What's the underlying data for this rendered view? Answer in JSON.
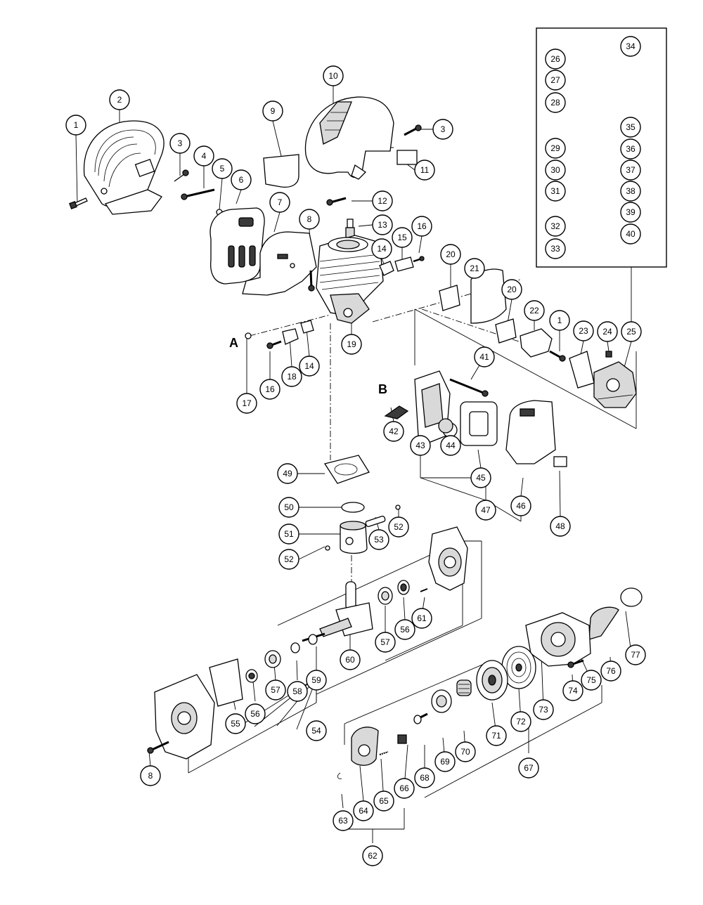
{
  "ref_letters": [
    "A",
    "B"
  ],
  "callouts": {
    "c1a": "1",
    "c2": "2",
    "c3a": "3",
    "c4": "4",
    "c5": "5",
    "c6": "6",
    "c7": "7",
    "c8a": "8",
    "c9": "9",
    "c10": "10",
    "c3b": "3",
    "c11": "11",
    "c12": "12",
    "c13": "13",
    "c14a": "14",
    "c15": "15",
    "c16a": "16",
    "c20a": "20",
    "c21": "21",
    "c20b": "20",
    "c22": "22",
    "c1b": "1",
    "c23": "23",
    "c24": "24",
    "c25": "25",
    "c17": "17",
    "c16b": "16",
    "c18": "18",
    "c14b": "14",
    "c19": "19",
    "c41": "41",
    "c42": "42",
    "c43": "43",
    "c44": "44",
    "c45": "45",
    "c46": "46",
    "c47": "47",
    "c48": "48",
    "c34": "34",
    "c26": "26",
    "c27": "27",
    "c28": "28",
    "c35": "35",
    "c36": "36",
    "c29": "29",
    "c30": "30",
    "c31": "31",
    "c37": "37",
    "c38": "38",
    "c39": "39",
    "c40": "40",
    "c32": "32",
    "c33": "33",
    "c49": "49",
    "c50": "50",
    "c51": "51",
    "c52a": "52",
    "c53": "53",
    "c52b": "52",
    "c56a": "56",
    "c57a": "57",
    "c61": "61",
    "c60": "60",
    "c59": "59",
    "c58": "58",
    "c57b": "57",
    "c56b": "56",
    "c55": "55",
    "c54": "54",
    "c8b": "8",
    "c77": "77",
    "c76": "76",
    "c75": "75",
    "c74": "74",
    "c73": "73",
    "c72": "72",
    "c71": "71",
    "c70": "70",
    "c69": "69",
    "c68": "68",
    "c67": "67",
    "c66": "66",
    "c65": "65",
    "c64": "64",
    "c63": "63",
    "c62": "62"
  }
}
